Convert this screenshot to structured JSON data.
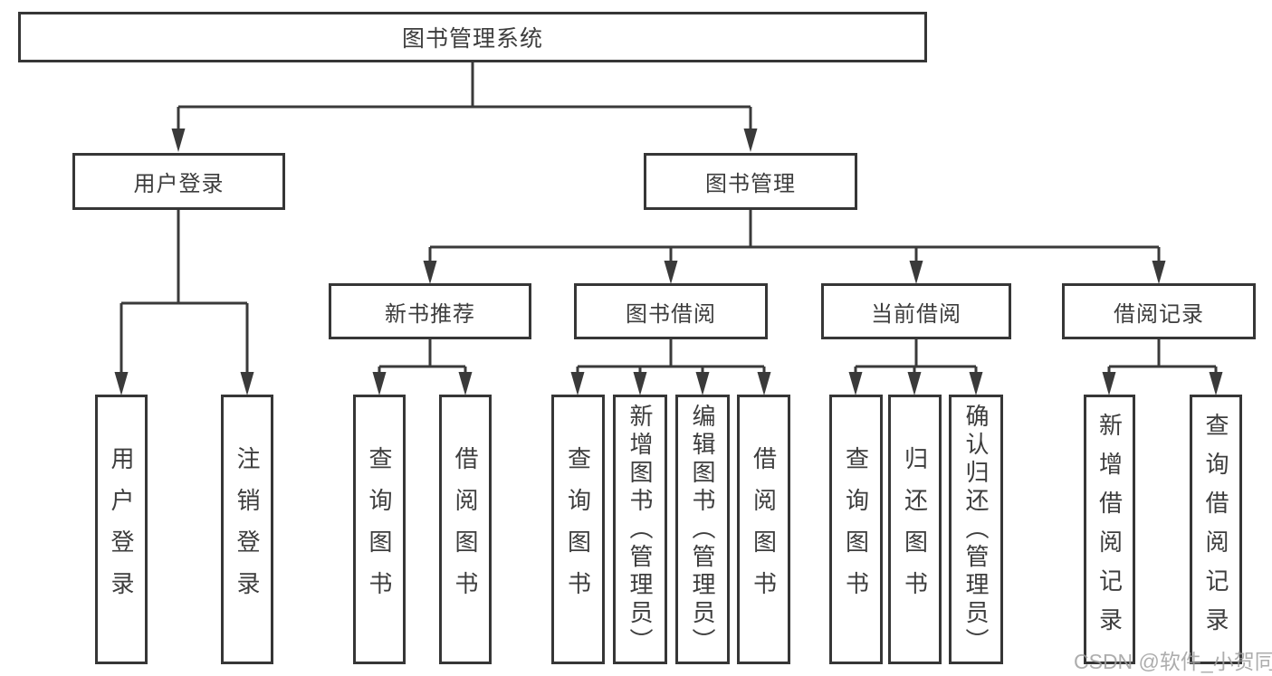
{
  "diagram_type": "hierarchy-tree",
  "tree": {
    "label": "图书管理系统",
    "children": [
      {
        "label": "用户登录",
        "children": [
          {
            "label": "用户登录"
          },
          {
            "label": "注销登录"
          }
        ]
      },
      {
        "label": "图书管理",
        "children": [
          {
            "label": "新书推荐",
            "children": [
              {
                "label": "查询图书"
              },
              {
                "label": "借阅图书"
              }
            ]
          },
          {
            "label": "图书借阅",
            "children": [
              {
                "label": "查询图书"
              },
              {
                "label": "新增图书（管理员）"
              },
              {
                "label": "编辑图书（管理员）"
              },
              {
                "label": "借阅图书"
              }
            ]
          },
          {
            "label": "当前借阅",
            "children": [
              {
                "label": "查询图书"
              },
              {
                "label": "归还图书"
              },
              {
                "label": "确认归还（管理员）"
              }
            ]
          },
          {
            "label": "借阅记录",
            "children": [
              {
                "label": "新增借阅记录"
              },
              {
                "label": "查询借阅记录"
              }
            ]
          }
        ]
      }
    ]
  },
  "watermark": {
    "text": "CSDN @软件_小贺同学"
  },
  "colors": {
    "line": "#3a3a3a",
    "box_border": "#363636",
    "text": "#3d3d3d",
    "watermark": "#9f9f9f",
    "background": "#ffffff"
  }
}
